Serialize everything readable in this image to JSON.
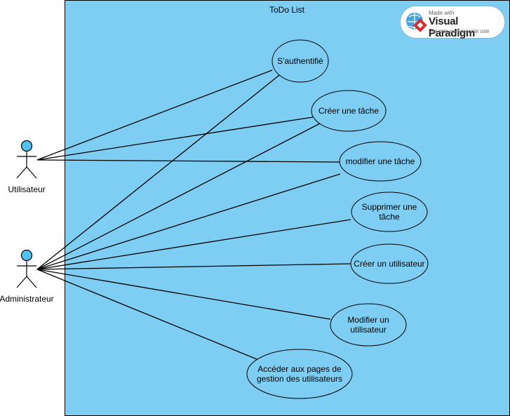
{
  "system": {
    "title": "ToDo List"
  },
  "colors": {
    "boundary": "#7ecef4",
    "actor_head": "#4fc3f7",
    "stroke": "#000000",
    "usecase": "#7ecef4"
  },
  "actors": [
    {
      "id": "utilisateur",
      "label": "Utilisateur"
    },
    {
      "id": "administrateur",
      "label": "Administrateur"
    }
  ],
  "usecases": [
    {
      "id": "auth",
      "lines": [
        "S'authentifié"
      ]
    },
    {
      "id": "creer_tache",
      "lines": [
        "Créer une tâche"
      ]
    },
    {
      "id": "modifier_tache",
      "lines": [
        "modifier une tâche"
      ]
    },
    {
      "id": "supprimer_tache",
      "lines": [
        "Supprimer une",
        "tâche"
      ]
    },
    {
      "id": "creer_utilisateur",
      "lines": [
        "Créer un utilisateur"
      ]
    },
    {
      "id": "modifier_utilisateur",
      "lines": [
        "Modifier un",
        "utilisateur"
      ]
    },
    {
      "id": "acceder_pages",
      "lines": [
        "Accéder aux pages de",
        "gestion des utilisateurs"
      ]
    }
  ],
  "associations": [
    {
      "actor": "utilisateur",
      "usecase": "auth"
    },
    {
      "actor": "utilisateur",
      "usecase": "creer_tache"
    },
    {
      "actor": "utilisateur",
      "usecase": "modifier_tache"
    },
    {
      "actor": "administrateur",
      "usecase": "auth"
    },
    {
      "actor": "administrateur",
      "usecase": "creer_tache"
    },
    {
      "actor": "administrateur",
      "usecase": "modifier_tache"
    },
    {
      "actor": "administrateur",
      "usecase": "supprimer_tache"
    },
    {
      "actor": "administrateur",
      "usecase": "creer_utilisateur"
    },
    {
      "actor": "administrateur",
      "usecase": "modifier_utilisateur"
    },
    {
      "actor": "administrateur",
      "usecase": "acceder_pages"
    }
  ],
  "watermark": {
    "line1": "Made with",
    "line2": "Visual Paradigm",
    "line3": "For non-commercial use",
    "icon": "visual-paradigm-logo-icon"
  }
}
